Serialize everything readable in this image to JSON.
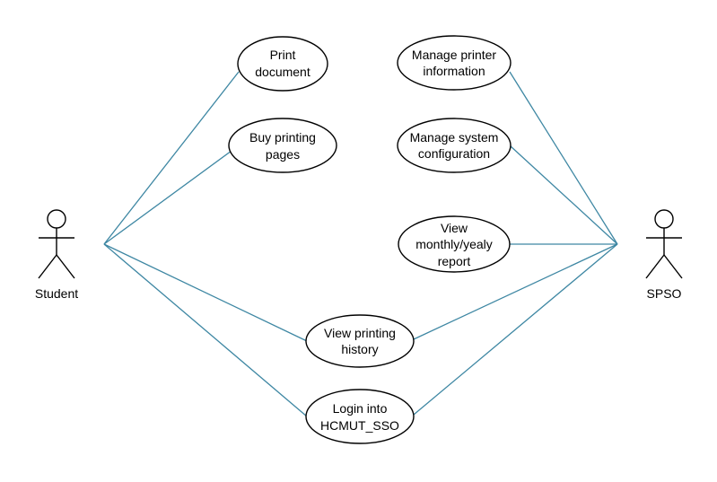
{
  "diagram": {
    "actors": {
      "student": {
        "label": "Student"
      },
      "spso": {
        "label": "SPSO"
      }
    },
    "use_cases": {
      "print_document": {
        "lines": [
          "Print",
          "document"
        ]
      },
      "buy_printing_pages": {
        "lines": [
          "Buy printing",
          "pages"
        ]
      },
      "manage_printer_information": {
        "lines": [
          "Manage printer",
          "information"
        ]
      },
      "manage_system_configuration": {
        "lines": [
          "Manage system",
          "configuration"
        ]
      },
      "view_report": {
        "lines": [
          "View",
          "monthly/yealy",
          "report"
        ]
      },
      "view_printing_history": {
        "lines": [
          "View printing",
          "history"
        ]
      },
      "login_hcmut_sso": {
        "lines": [
          "Login into",
          "HCMUT_SSO"
        ]
      }
    },
    "associations": [
      {
        "from": "student",
        "to": "print_document"
      },
      {
        "from": "student",
        "to": "buy_printing_pages"
      },
      {
        "from": "student",
        "to": "view_printing_history"
      },
      {
        "from": "student",
        "to": "login_hcmut_sso"
      },
      {
        "from": "spso",
        "to": "manage_printer_information"
      },
      {
        "from": "spso",
        "to": "manage_system_configuration"
      },
      {
        "from": "spso",
        "to": "view_report"
      },
      {
        "from": "spso",
        "to": "view_printing_history"
      },
      {
        "from": "spso",
        "to": "login_hcmut_sso"
      }
    ],
    "colors": {
      "association_line": "#3e87a3",
      "stroke": "#000000",
      "fill": "#ffffff"
    }
  }
}
